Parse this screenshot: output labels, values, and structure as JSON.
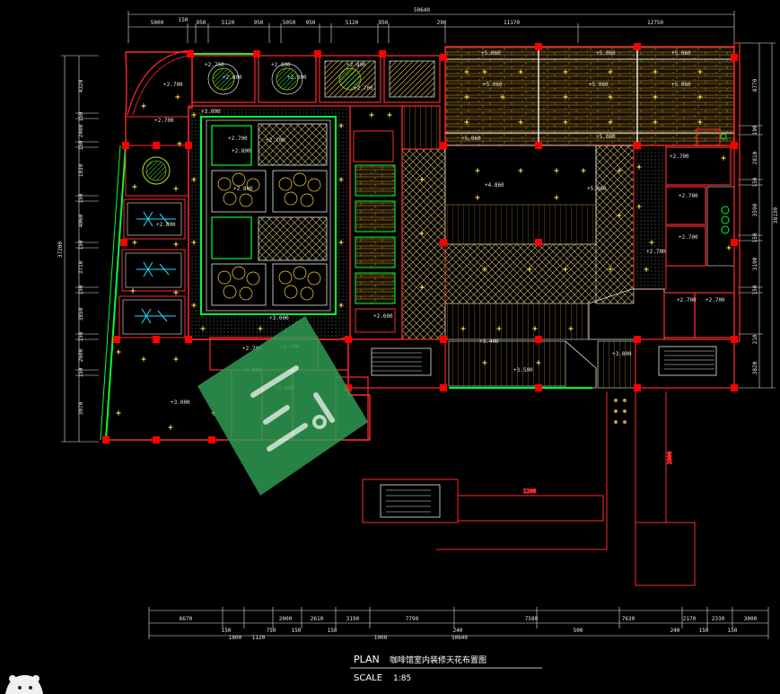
{
  "drawing": {
    "plan_label": "PLAN",
    "plan_title": "咖啡馆室内装修天花布置图",
    "scale_label": "SCALE",
    "scale_value": "1:85"
  },
  "top_dimensions": {
    "overall": "50640",
    "segments": [
      "5000",
      "150",
      "950",
      "5120",
      "950",
      "5050",
      "950",
      "5120",
      "950",
      "290",
      "11170",
      "12750"
    ]
  },
  "bottom_dimensions": {
    "overall": "50640",
    "upper": [
      "6670",
      "2000",
      "2610",
      "3190",
      "7790",
      "7580",
      "7630",
      "2170",
      "2330",
      "3000"
    ],
    "lower": [
      "150",
      "1800",
      "1120",
      "750",
      "150",
      "150",
      "1000",
      "240",
      "500",
      "240",
      "150",
      "150"
    ]
  },
  "left_dimensions": {
    "overall": "37200",
    "segments": [
      "4320",
      "150",
      "2400",
      "150",
      "1030",
      "150",
      "4060",
      "150",
      "3710",
      "150",
      "3850",
      "150",
      "2600",
      "150",
      "3070"
    ]
  },
  "right_dimensions": {
    "overall": "38130",
    "segments": [
      "8770",
      "190",
      "2810",
      "150",
      "3590",
      "150",
      "3190",
      "150",
      "210",
      "3820"
    ]
  },
  "levels": [
    "+2.700",
    "+2.800",
    "+2.800",
    "+2.800",
    "+2.800",
    "+2.700",
    "+3.000",
    "+3.000",
    "+2.700",
    "+2.700",
    "+2.800",
    "+2.700",
    "+2.800",
    "+2.700",
    "+2.800",
    "+3.000",
    "+3.000",
    "+2.700",
    "+2.700",
    "+2.800",
    "+2.600",
    "+5.060",
    "+5.060",
    "+5.060",
    "+5.060",
    "+5.060",
    "+5.060",
    "+5.060",
    "+5.060",
    "+4.860",
    "+5.060",
    "+2.700",
    "+2.700",
    "+2.700",
    "+2.700",
    "+2.700",
    "+2.700",
    "+3.000",
    "+3.400",
    "+3.500"
  ],
  "misc_labels": {
    "corridor_dim": "1200",
    "stair_dim": "2900"
  },
  "colors": {
    "background": "#000000",
    "wall": "#ff2a2a",
    "column": "#ff0000",
    "green_wall": "#00ff33",
    "dim": "#e8e8e8",
    "hatch": "#ffd23f",
    "cyan": "#20e0ff",
    "yellow_green": "#b5e61d",
    "watermark": "#2e9a52"
  }
}
